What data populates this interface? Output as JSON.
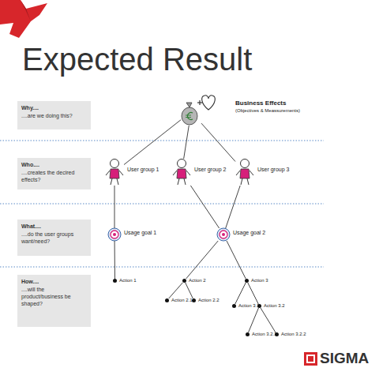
{
  "diagram": {
    "title": "Expected Result",
    "nodes": [
      {
        "text": [
          "Why....",
          "....are we doing this?"
        ]
      },
      {
        "text": [
          "Business Effects",
          "(Objectives & Meassurements)"
        ]
      },
      {
        "text": [
          "Who....",
          "....creates the decired effects?"
        ]
      },
      {
        "text": [
          "User group 1"
        ]
      },
      {
        "text": [
          "User group 2"
        ]
      },
      {
        "text": [
          "User group 3"
        ]
      },
      {
        "text": [
          "What....",
          "....do the user groups want/need?"
        ]
      },
      {
        "text": [
          "Usage goal 1"
        ]
      },
      {
        "text": [
          "Usage goal 2"
        ]
      },
      {
        "text": [
          "How....",
          "....will the product/business be shaped?"
        ]
      },
      {
        "text": [
          "Action 1"
        ]
      },
      {
        "text": [
          "Action 2"
        ]
      },
      {
        "text": [
          "Action 2.1"
        ]
      },
      {
        "text": [
          "Action 2.2"
        ]
      },
      {
        "text": [
          "Action 3"
        ]
      },
      {
        "text": [
          "Action 3.1"
        ]
      },
      {
        "text": [
          "Action 3.2"
        ]
      },
      {
        "text": [
          "Action 3.2.1"
        ]
      },
      {
        "text": [
          "Action 3.2.2"
        ]
      }
    ],
    "edges": [
      {
        "from": 1,
        "to": 3,
        "arrow": "none"
      },
      {
        "from": 1,
        "to": 4,
        "arrow": "none"
      },
      {
        "from": 1,
        "to": 5,
        "arrow": "none"
      },
      {
        "from": 3,
        "to": 7,
        "arrow": "none"
      },
      {
        "from": 4,
        "to": 8,
        "arrow": "none"
      },
      {
        "from": 5,
        "to": 8,
        "arrow": "none"
      },
      {
        "from": 7,
        "to": 10,
        "arrow": "none"
      },
      {
        "from": 8,
        "to": 11,
        "arrow": "none"
      },
      {
        "from": 8,
        "to": 14,
        "arrow": "none"
      },
      {
        "from": 11,
        "to": 12,
        "arrow": "none"
      },
      {
        "from": 11,
        "to": 13,
        "arrow": "none"
      },
      {
        "from": 14,
        "to": 15,
        "arrow": "none"
      },
      {
        "from": 14,
        "to": 16,
        "arrow": "none"
      },
      {
        "from": 16,
        "to": 17,
        "arrow": "none"
      },
      {
        "from": 16,
        "to": 18,
        "arrow": "none"
      }
    ],
    "labels": [
      "SIGMA"
    ]
  }
}
